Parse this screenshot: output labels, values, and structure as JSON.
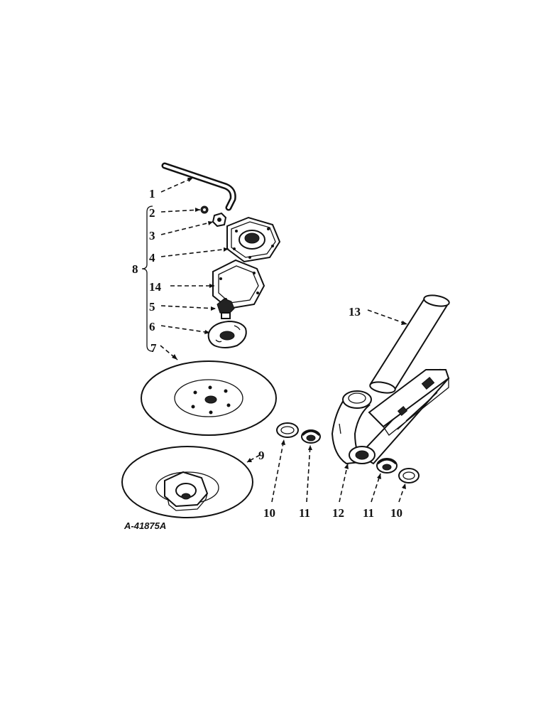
{
  "drawing_code": "A-41875A",
  "labels": {
    "p1": "1",
    "p2": "2",
    "p3": "3",
    "p4": "4",
    "p5": "5",
    "p6": "6",
    "p7": "7",
    "p8": "8",
    "p9": "9",
    "p10a": "10",
    "p10b": "10",
    "p11a": "11",
    "p11b": "11",
    "p12": "12",
    "p13": "13",
    "p14": "14"
  }
}
